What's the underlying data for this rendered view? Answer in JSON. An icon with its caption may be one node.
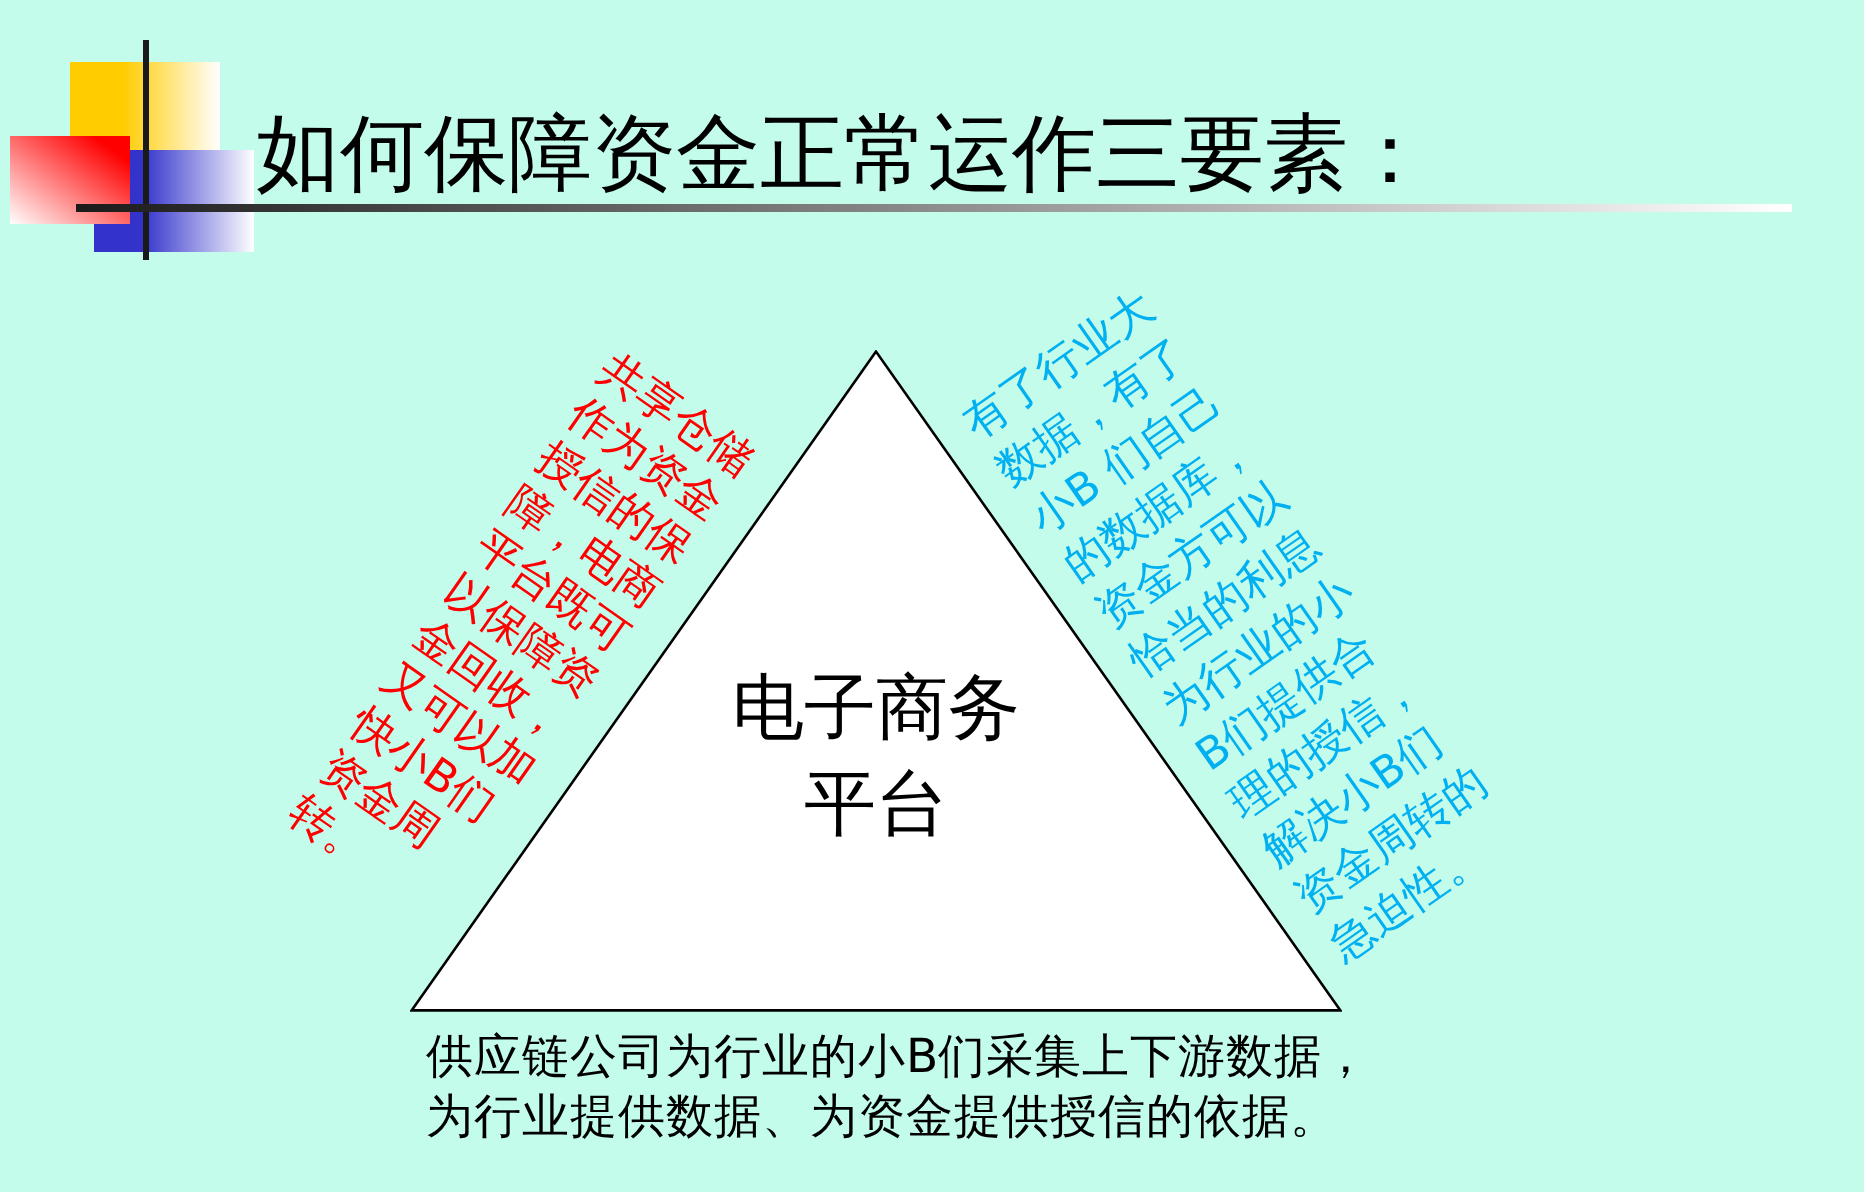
{
  "diagram": {
    "title": "如何保障资金正常运作三要素：",
    "nodes": [
      {
        "text": [
          "电子商务平台"
        ],
        "beside": [
          "共享仓储作为资金授信的保障，电商平台既可以保障资金回收，又可以加快小B们资金周转。",
          "有了行业大数据，有了小B 们自己的数据库，资金方可以恰当的利息为行业的小B们提供合理的授信，解决小B们资金周转的急迫性。",
          "供应链公司为行业的小B们采集上下游数据，为行业提供数据、为资金提供授信的依据。"
        ]
      }
    ]
  }
}
